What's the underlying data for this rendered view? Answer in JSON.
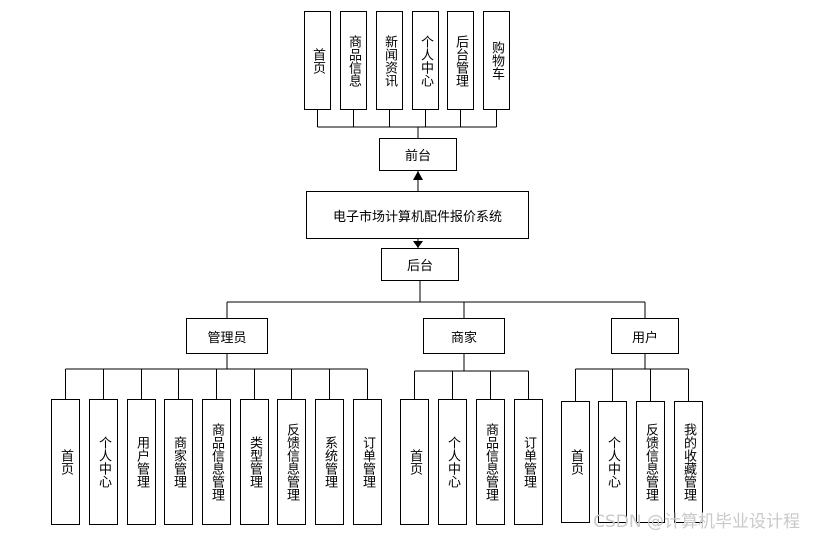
{
  "front": {
    "label": "前台",
    "items": [
      "首页",
      "商品信息",
      "新闻资讯",
      "个人中心",
      "后台管理",
      "购物车"
    ]
  },
  "system": {
    "label": "电子市场计算机配件报价系统"
  },
  "back": {
    "label": "后台",
    "groups": [
      {
        "label": "管理员",
        "items": [
          "首页",
          "个人中心",
          "用户管理",
          "商家管理",
          "商品信息管理",
          "类型管理",
          "反馈信息管理",
          "系统管理",
          "订单管理"
        ]
      },
      {
        "label": "商家",
        "items": [
          "首页",
          "个人中心",
          "商品信息管理",
          "订单管理"
        ]
      },
      {
        "label": "用户",
        "items": [
          "首页",
          "个人中心",
          "反馈信息管理",
          "我的收藏管理"
        ]
      }
    ]
  },
  "watermark": "CSDN @计算机毕业设计程"
}
